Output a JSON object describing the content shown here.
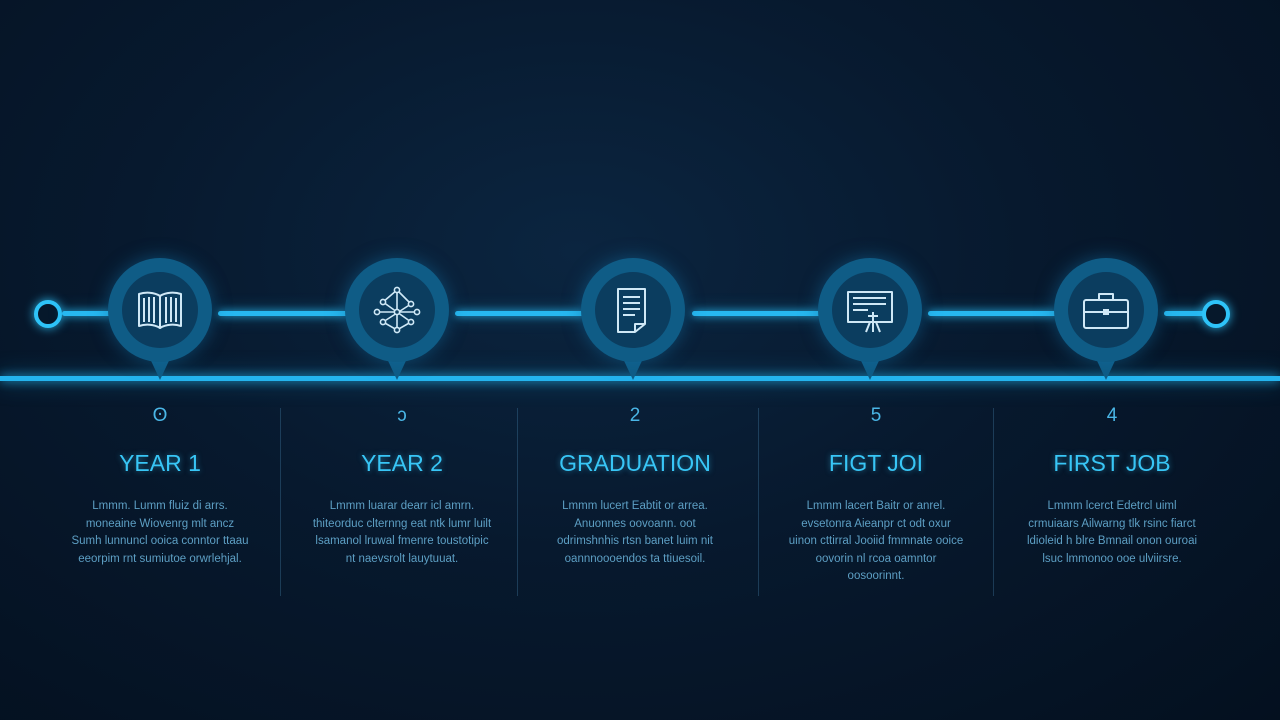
{
  "accent_color": "#27b8f0",
  "background_color": "#07192e",
  "milestones": [
    {
      "number": "ʘ",
      "title": "YEAR 1",
      "icon": "open-book-icon",
      "description": "Lmmm. Lumm fluiz di arrs. moneaine Wiovenrg mlt ancz Sumh lunnuncl ooica conntor ttaau eeorpim rnt sumiutoe orwrlehjal."
    },
    {
      "number": "ɔ",
      "title": "YEAR 2",
      "icon": "network-diagram-icon",
      "description": "Lmmm luarar dearr icl amrn. thiteorduc clternng eat ntk lumr luilt lsamanol lruwal fmenre toustotipic nt naevsrolt lauytuuat."
    },
    {
      "number": "2",
      "title": "GRADUATION",
      "icon": "document-icon",
      "description": "Lmmm lucert Eabtit or arrea. Anuonnes oovoann. oot odrimshnhis rtsn banet luim nit oannnoooendos ta ttiuesoil."
    },
    {
      "number": "5",
      "title": "FIGT JOI",
      "icon": "presentation-board-icon",
      "description": "Lmmm lacert Baitr or anrel. evsetonra Aieanpr ct odt oxur uinon cttirral Jooiid fmmnate ooice oovorin nl rcoa oamntor oosoorinnt."
    },
    {
      "number": "4",
      "title": "FIRST JOB",
      "icon": "briefcase-icon",
      "description": "Lmmm lcerct Edetrcl uiml crmuiaars Ailwarng tlk rsinc fiarct ldioleid h blre Bmnail onon ouroai lsuc lmmonoo ooe ulviirsre."
    }
  ]
}
